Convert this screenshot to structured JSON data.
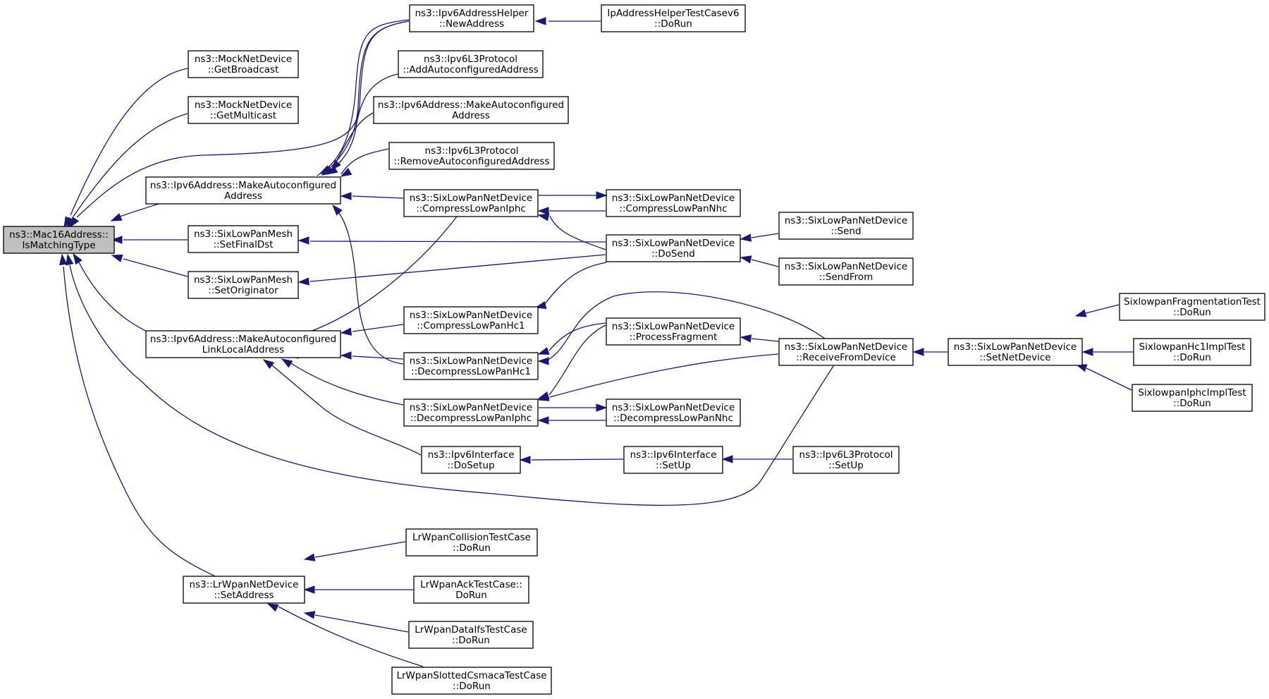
{
  "graph": {
    "edge_color": "#191970",
    "root_fill": "#bfbfbf",
    "nodes": [
      {
        "id": "root",
        "lines": [
          "ns3::Mac16Address::",
          "IsMatchingType"
        ],
        "root": true
      },
      {
        "id": "mockBcast",
        "lines": [
          "ns3::MockNetDevice",
          "::GetBroadcast"
        ]
      },
      {
        "id": "mockMcast",
        "lines": [
          "ns3::MockNetDevice",
          "::GetMulticast"
        ]
      },
      {
        "id": "makeAuto",
        "lines": [
          "ns3::Ipv6Address::MakeAutoconfigured",
          "Address"
        ]
      },
      {
        "id": "meshFinal",
        "lines": [
          "ns3::SixLowPanMesh",
          "::SetFinalDst"
        ]
      },
      {
        "id": "meshOrig",
        "lines": [
          "ns3::SixLowPanMesh",
          "::SetOriginator"
        ]
      },
      {
        "id": "makeLL",
        "lines": [
          "ns3::Ipv6Address::MakeAutoconfigured",
          "LinkLocalAddress"
        ]
      },
      {
        "id": "lrSetAddr",
        "lines": [
          "ns3::LrWpanNetDevice",
          "::SetAddress"
        ]
      },
      {
        "id": "helperNew",
        "lines": [
          "ns3::Ipv6AddressHelper",
          "::NewAddress"
        ]
      },
      {
        "id": "helperTest",
        "lines": [
          "IpAddressHelperTestCasev6",
          "::DoRun"
        ]
      },
      {
        "id": "l3AddAuto",
        "lines": [
          "ns3::Ipv6L3Protocol",
          "::AddAutoconfiguredAddress"
        ]
      },
      {
        "id": "makeAuto2",
        "lines": [
          "ns3::Ipv6Address::MakeAutoconfigured",
          "Address"
        ]
      },
      {
        "id": "l3RemAuto",
        "lines": [
          "ns3::Ipv6L3Protocol",
          "::RemoveAutoconfiguredAddress"
        ]
      },
      {
        "id": "compIphc",
        "lines": [
          "ns3::SixLowPanNetDevice",
          "::CompressLowPanIphc"
        ]
      },
      {
        "id": "compNhc",
        "lines": [
          "ns3::SixLowPanNetDevice",
          "::CompressLowPanNhc"
        ]
      },
      {
        "id": "doSend",
        "lines": [
          "ns3::SixLowPanNetDevice",
          "::DoSend"
        ]
      },
      {
        "id": "send",
        "lines": [
          "ns3::SixLowPanNetDevice",
          "::Send"
        ]
      },
      {
        "id": "sendFrom",
        "lines": [
          "ns3::SixLowPanNetDevice",
          "::SendFrom"
        ]
      },
      {
        "id": "compHc1",
        "lines": [
          "ns3::SixLowPanNetDevice",
          "::CompressLowPanHc1"
        ]
      },
      {
        "id": "decHc1",
        "lines": [
          "ns3::SixLowPanNetDevice",
          "::DecompressLowPanHc1"
        ]
      },
      {
        "id": "procFrag",
        "lines": [
          "ns3::SixLowPanNetDevice",
          "::ProcessFragment"
        ]
      },
      {
        "id": "recvFrom",
        "lines": [
          "ns3::SixLowPanNetDevice",
          "::ReceiveFromDevice"
        ]
      },
      {
        "id": "setNetDev",
        "lines": [
          "ns3::SixLowPanNetDevice",
          "::SetNetDevice"
        ]
      },
      {
        "id": "fragTest",
        "lines": [
          "SixlowpanFragmentationTest",
          "::DoRun"
        ]
      },
      {
        "id": "hc1Test",
        "lines": [
          "SixlowpanHc1ImplTest",
          "::DoRun"
        ]
      },
      {
        "id": "iphcTest",
        "lines": [
          "SixlowpanIphcImplTest",
          "::DoRun"
        ]
      },
      {
        "id": "decIphc",
        "lines": [
          "ns3::SixLowPanNetDevice",
          "::DecompressLowPanIphc"
        ]
      },
      {
        "id": "decNhc",
        "lines": [
          "ns3::SixLowPanNetDevice",
          "::DecompressLowPanNhc"
        ]
      },
      {
        "id": "ifDoSetup",
        "lines": [
          "ns3::Ipv6Interface",
          "::DoSetup"
        ]
      },
      {
        "id": "ifSetUp",
        "lines": [
          "ns3::Ipv6Interface",
          "::SetUp"
        ]
      },
      {
        "id": "l3SetUp",
        "lines": [
          "ns3::Ipv6L3Protocol",
          "::SetUp"
        ]
      },
      {
        "id": "lrColl",
        "lines": [
          "LrWpanCollisionTestCase",
          "::DoRun"
        ]
      },
      {
        "id": "lrAck",
        "lines": [
          "LrWpanAckTestCase::",
          "DoRun"
        ]
      },
      {
        "id": "lrIfs",
        "lines": [
          "LrWpanDataIfsTestCase",
          "::DoRun"
        ]
      },
      {
        "id": "lrCsma",
        "lines": [
          "LrWpanSlottedCsmacaTestCase",
          "::DoRun"
        ]
      }
    ]
  }
}
